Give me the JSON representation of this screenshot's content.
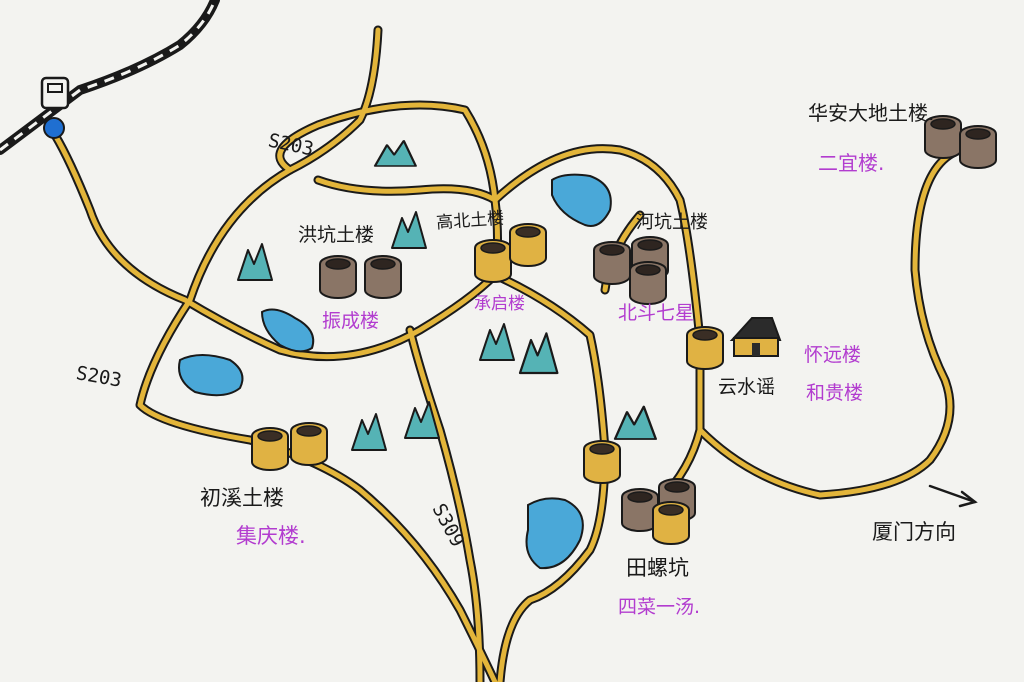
{
  "labels": {
    "huaan": "华安大地土楼.",
    "eryi": "二宜楼.",
    "hongkeng": "洪坑土楼",
    "zhencheng": "振成楼",
    "gaobei": "高北土楼",
    "chengqi": "承启楼",
    "hekeng": "河坑土楼",
    "beidou": "北斗七星",
    "yunshuiyao": "云水谣",
    "huaiyuan": "怀远楼",
    "hegui": "和贵楼",
    "chuxi": "初溪土楼",
    "jiqing": "集庆楼.",
    "tianluokeng": "田螺坑",
    "sicai": "四菜一汤.",
    "xiamen": "厦门方向"
  },
  "roads": {
    "s203_top": "S203",
    "s203_left": "S203",
    "s309": "S309"
  },
  "icons": [
    "toll-station-icon",
    "tulou-icon",
    "mountain-icon",
    "lake-icon",
    "house-icon",
    "arrow-right-icon"
  ],
  "colors": {
    "road": "#e3b53a",
    "road_outline": "#1a1a1a",
    "tulou_wall": "#e0b243",
    "tulou_brown": "#8a7566",
    "mountain": "#55b3b5",
    "lake": "#4aa8d8",
    "label_black": "#1a1a1a",
    "label_purple": "#b23ccf",
    "background": "#f3f3f0"
  }
}
